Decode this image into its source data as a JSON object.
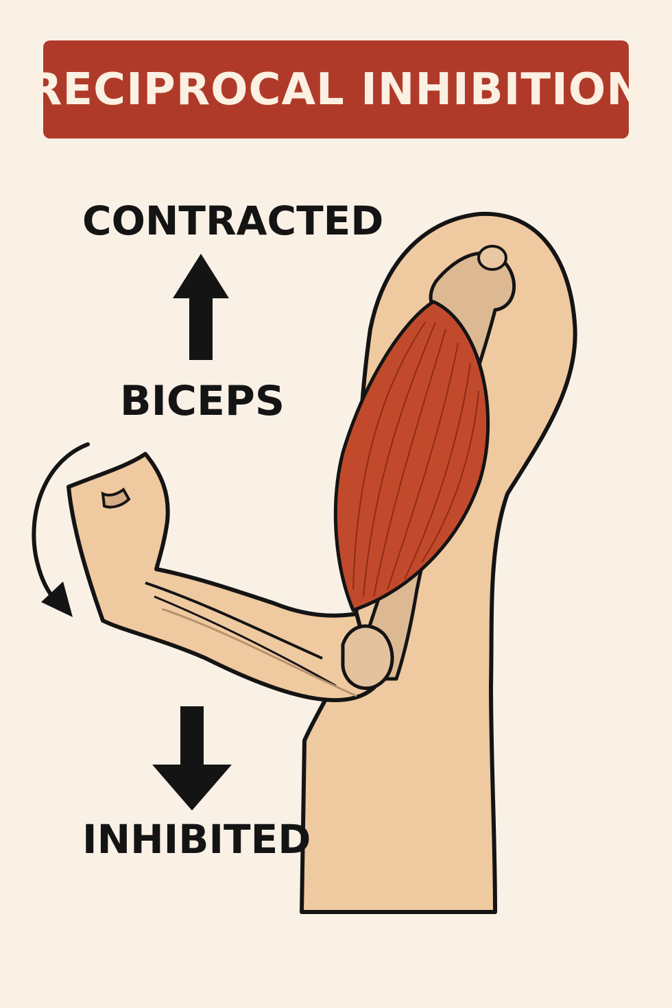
{
  "title": "RECIPROCAL INHIBITION",
  "labels": {
    "contracted": "CONTRACTED",
    "biceps": "BICEPS",
    "inhibited": "INHIBITED"
  },
  "colors": {
    "background": "#f9f1e6",
    "banner": "#b03a29",
    "skin": "#efc9a0",
    "bone": "#dcb993",
    "muscle": "#c24a2c",
    "outline": "#141414"
  },
  "icons": [
    "up-arrow-icon",
    "down-arrow-icon",
    "rotation-arrow-icon"
  ]
}
